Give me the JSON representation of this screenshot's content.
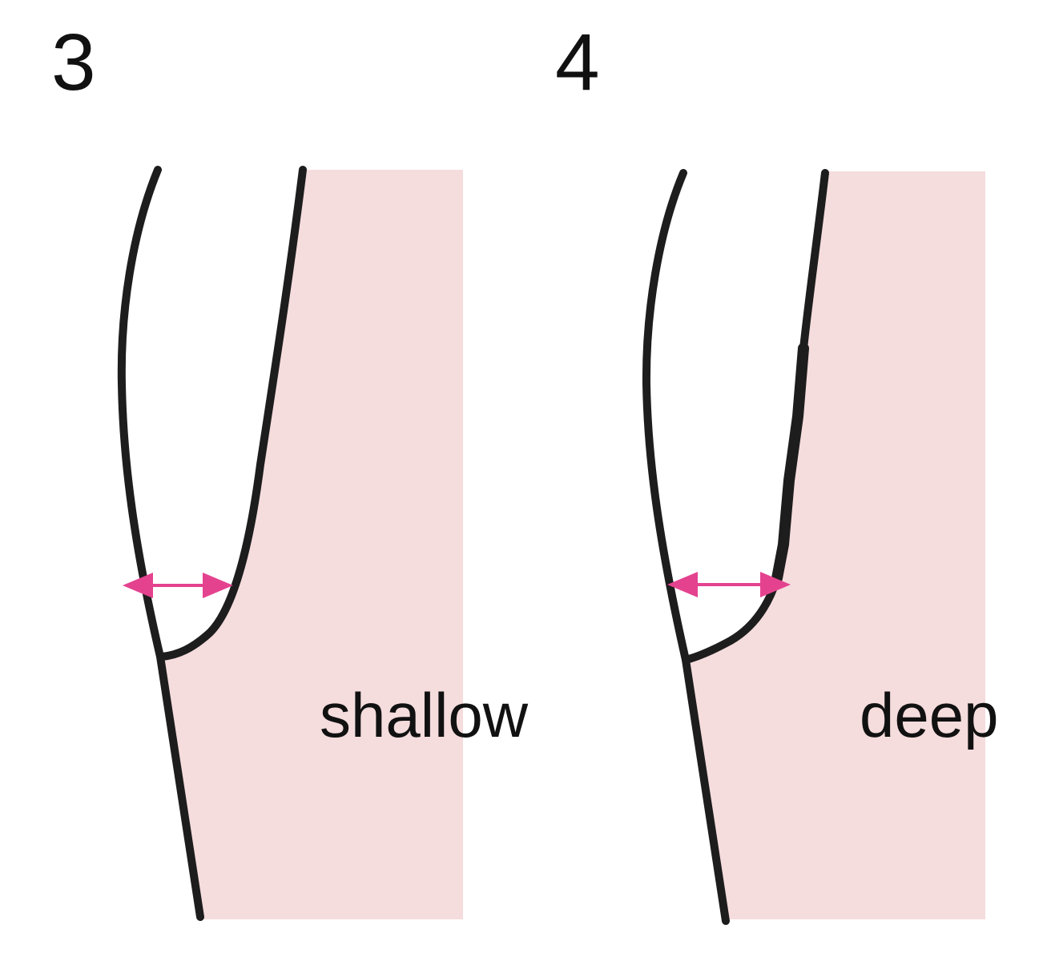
{
  "colors": {
    "tissue": "#f5dcdd",
    "outline": "#1d1d1d",
    "arrow": "#e4428f",
    "text": "#111111"
  },
  "panels": [
    {
      "number": "3",
      "label": "shallow"
    },
    {
      "number": "4",
      "label": "deep"
    }
  ]
}
